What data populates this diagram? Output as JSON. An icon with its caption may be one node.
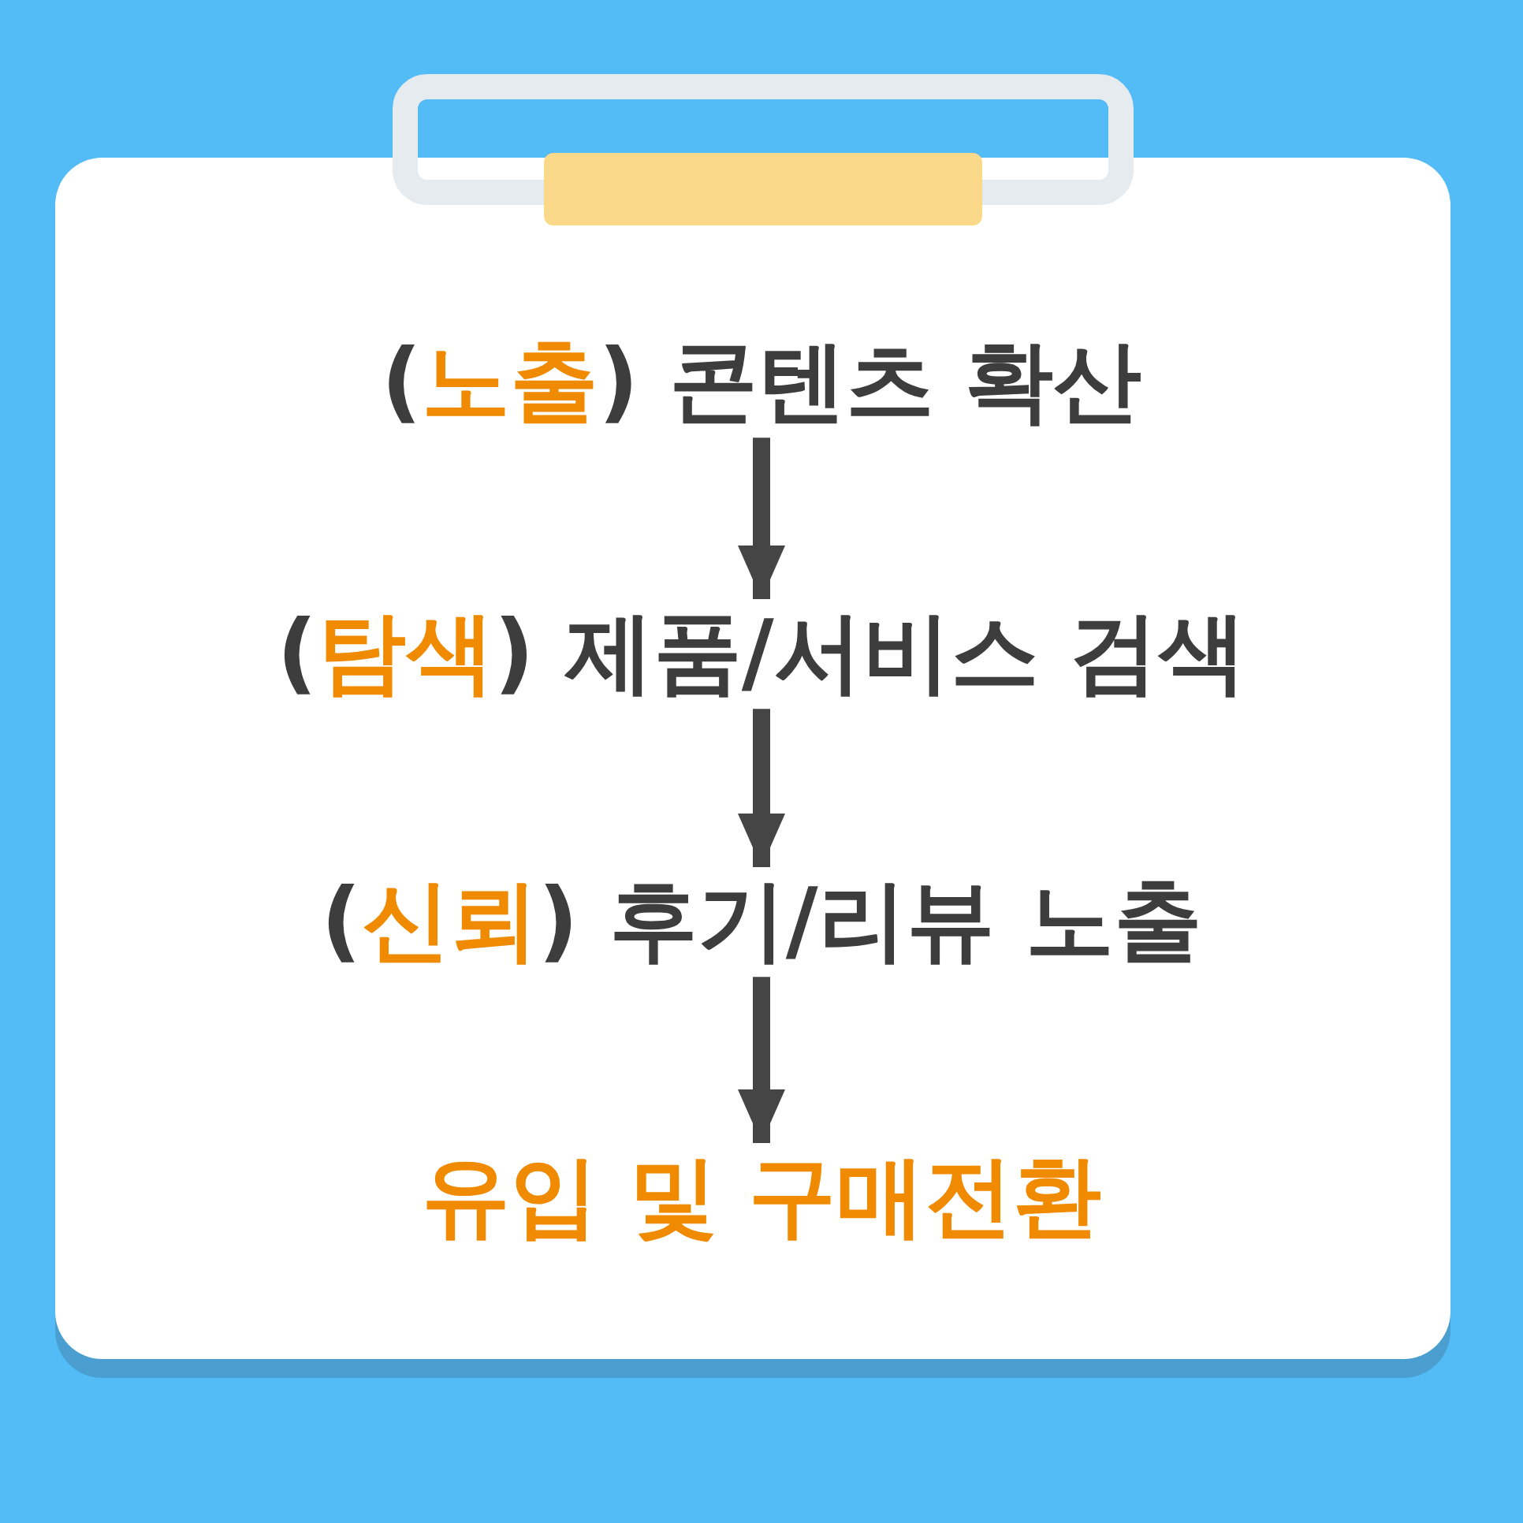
{
  "diagram": {
    "nodes": [
      {
        "text": [
          "(**노출**) 콘텐츠 확산"
        ]
      },
      {
        "text": [
          "(**탐색**) 제품/서비스 검색"
        ]
      },
      {
        "text": [
          "(**신뢰**) 후기/리뷰 노출"
        ]
      },
      {
        "text": [
          "유입 및 구매전환"
        ]
      }
    ],
    "edges": [
      {
        "from": 0,
        "to": 1,
        "arrow": "to"
      },
      {
        "from": 1,
        "to": 2,
        "arrow": "to"
      },
      {
        "from": 2,
        "to": 3,
        "arrow": "to"
      }
    ]
  }
}
